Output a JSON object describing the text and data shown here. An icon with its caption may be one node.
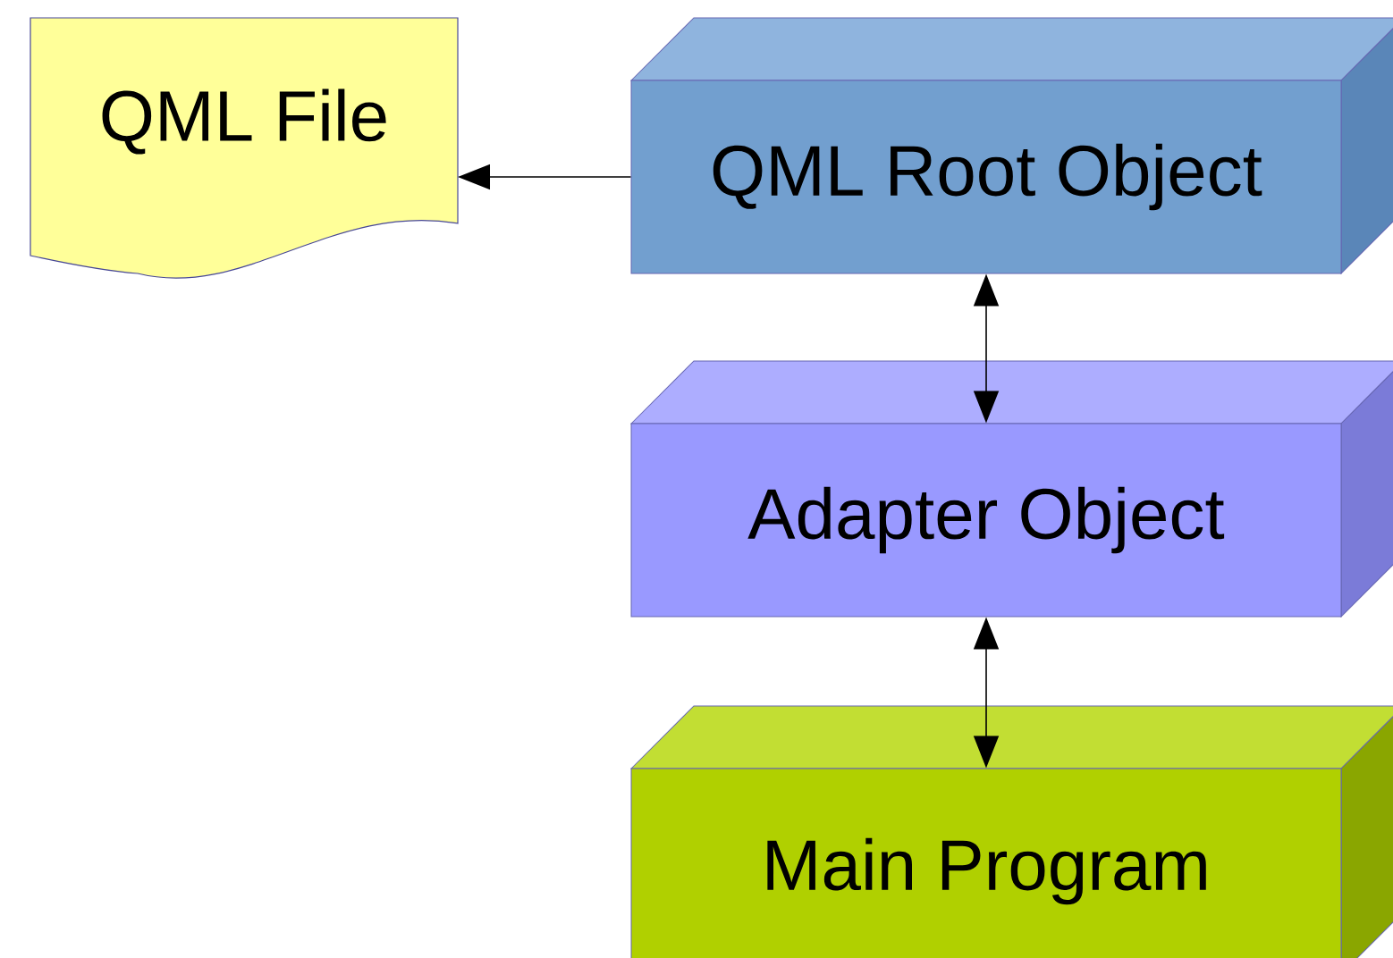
{
  "diagram": {
    "nodes": [
      {
        "text": [
          "QML File"
        ]
      },
      {
        "text": [
          "QML Root Object"
        ]
      },
      {
        "text": [
          "Adapter Object"
        ]
      },
      {
        "text": [
          "Main Program"
        ]
      }
    ],
    "edges": [
      {
        "from": 1,
        "to": 0,
        "arrow": "to"
      },
      {
        "from": 1,
        "to": 2,
        "arrow": "both"
      },
      {
        "from": 2,
        "to": 3,
        "arrow": "both"
      }
    ]
  }
}
